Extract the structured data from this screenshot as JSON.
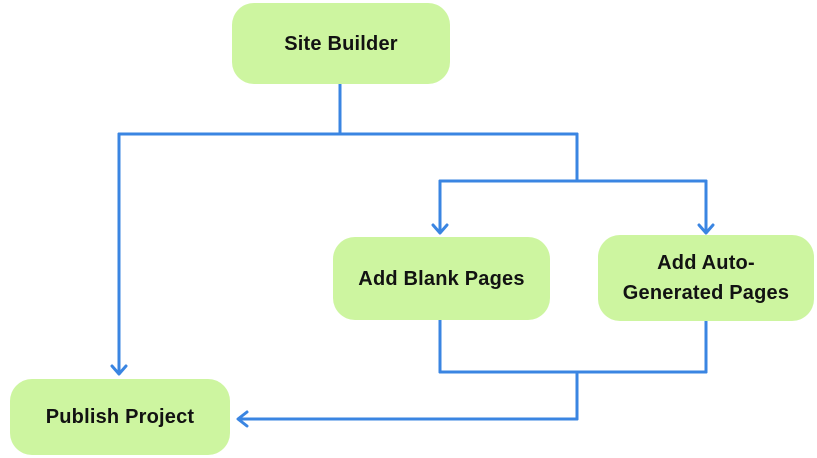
{
  "diagram": {
    "type": "flowchart",
    "nodes": [
      {
        "id": "site-builder",
        "label": "Site Builder"
      },
      {
        "id": "add-blank-pages",
        "label": "Add Blank Pages"
      },
      {
        "id": "add-auto-generated-pages",
        "label": "Add Auto-Generated Pages"
      },
      {
        "id": "publish-project",
        "label": "Publish Project"
      }
    ],
    "edges": [
      {
        "from": "Site Builder",
        "to": "Publish Project"
      },
      {
        "from": "Site Builder",
        "to": "Add Blank Pages"
      },
      {
        "from": "Site Builder",
        "to": "Add Auto-Generated Pages"
      },
      {
        "from": "Add Blank Pages",
        "to": "Publish Project"
      },
      {
        "from": "Add Auto-Generated Pages",
        "to": "Publish Project"
      }
    ]
  },
  "colors": {
    "accent": "#3A85E2",
    "node-fill": "#CDF5A0",
    "node-text": "#121212",
    "background": "#FFFFFF"
  }
}
